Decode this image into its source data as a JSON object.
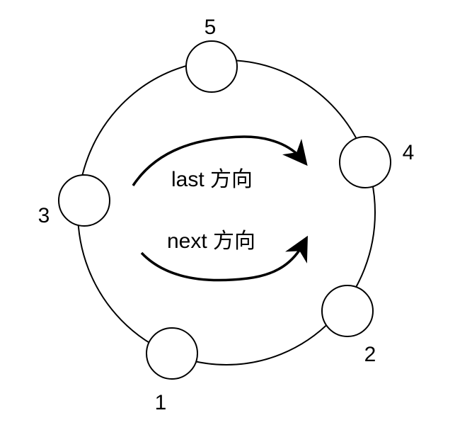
{
  "nodes": [
    {
      "id": "5",
      "label": "5"
    },
    {
      "id": "4",
      "label": "4"
    },
    {
      "id": "3",
      "label": "3"
    },
    {
      "id": "2",
      "label": "2"
    },
    {
      "id": "1",
      "label": "1"
    }
  ],
  "arrows": {
    "last": {
      "label": "last 方向"
    },
    "next": {
      "label": "next 方向"
    }
  },
  "colors": {
    "stroke": "#000000",
    "fill": "#ffffff",
    "text": "#000000"
  }
}
